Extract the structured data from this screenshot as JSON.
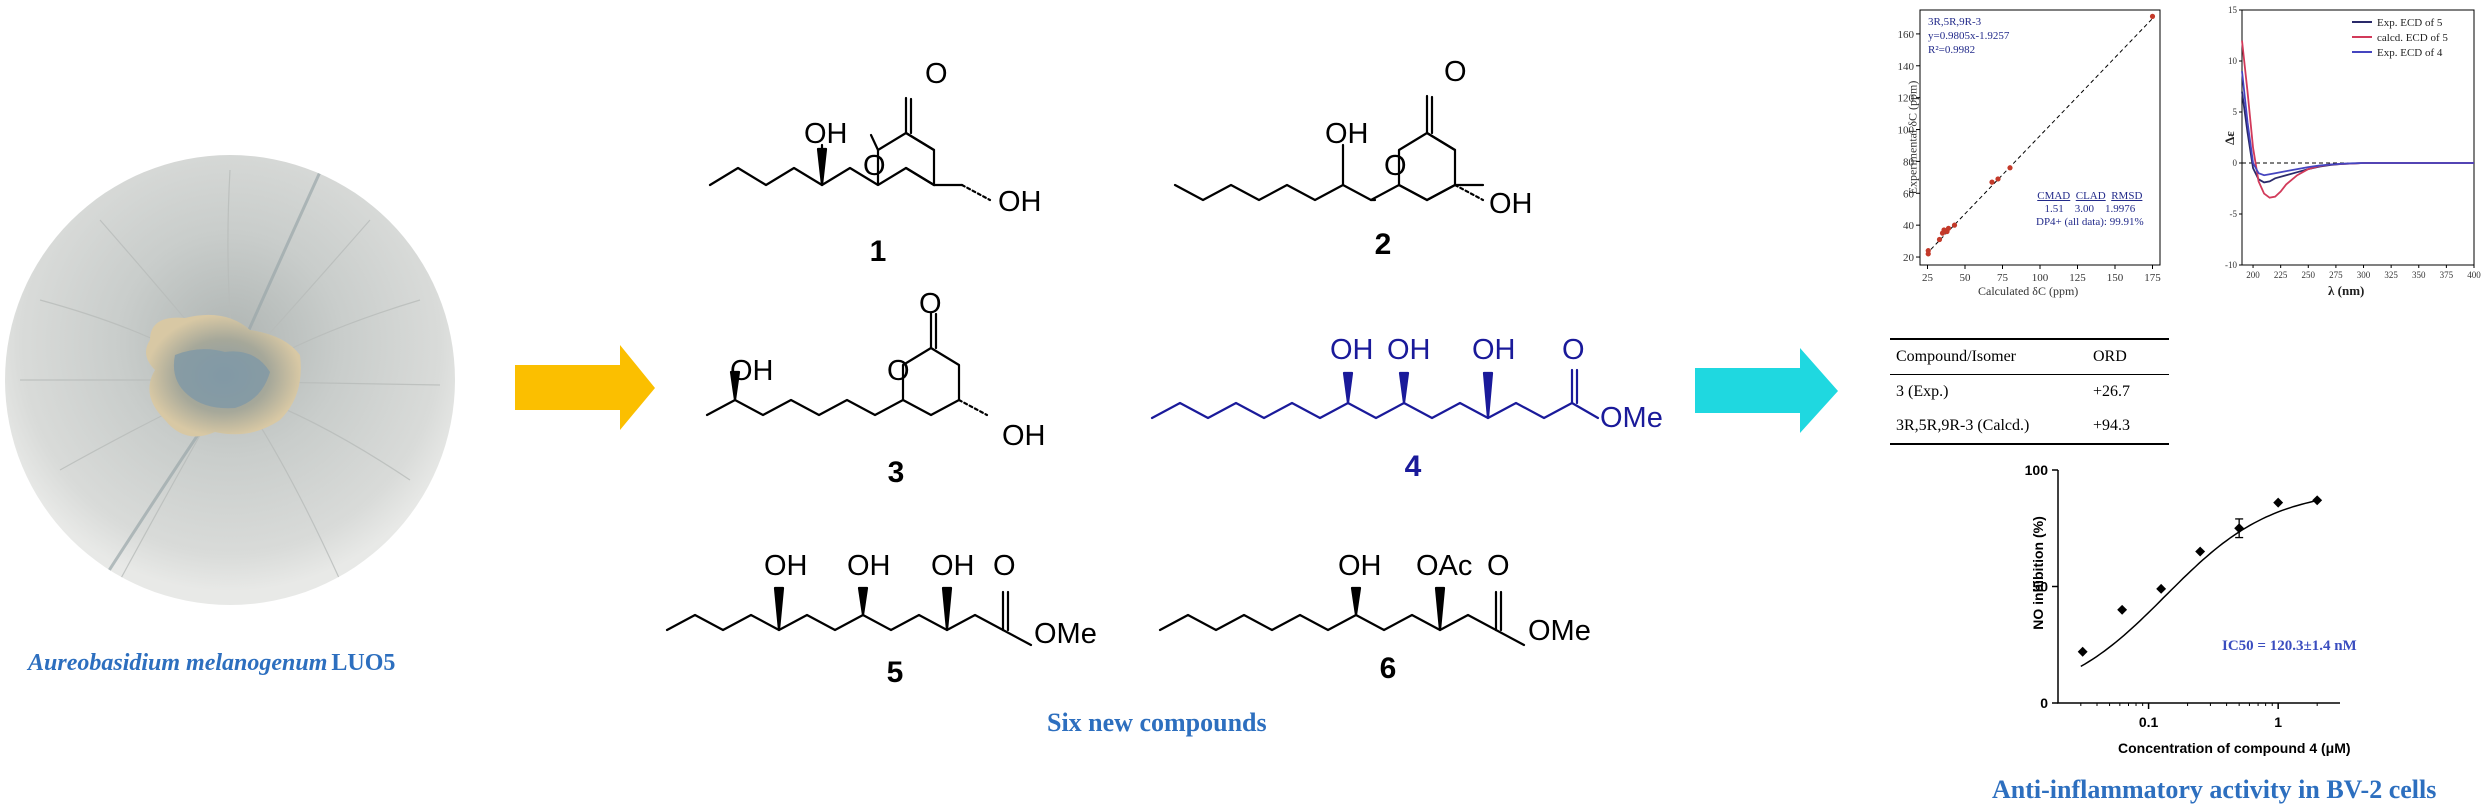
{
  "organism": {
    "species": "Aureobasidium melanogenum",
    "strain": "LUO5"
  },
  "compounds_title": "Six new compounds",
  "activity_title": "Anti-inflammatory activity in BV-2 cells",
  "compounds": [
    {
      "number": "1"
    },
    {
      "number": "2"
    },
    {
      "number": "3"
    },
    {
      "number": "4"
    },
    {
      "number": "5"
    },
    {
      "number": "6"
    }
  ],
  "chem_labels": {
    "oh": "OH",
    "o": "O",
    "ome": "OMe",
    "oac": "OAc"
  },
  "colors": {
    "caption_blue": "#2d6fbf",
    "compound4_blue": "#1a1a9a",
    "arrow_orange": "#fbbf00",
    "arrow_cyan": "#1fd8e0"
  },
  "ord_table": {
    "headers": [
      "Compound/Isomer",
      "ORD"
    ],
    "rows": [
      {
        "compound": "3 (Exp.)",
        "value": "+26.7"
      },
      {
        "compound": "3R,5R,9R-3 (Calcd.)",
        "value": "+94.3"
      }
    ]
  },
  "chart_data": [
    {
      "type": "scatter",
      "xlabel": "Calculated δC (ppm)",
      "ylabel": "Experimental δC (ppm)",
      "xlim": [
        20,
        180
      ],
      "ylim": [
        15,
        175
      ],
      "xticks": [
        "25",
        "50",
        "75",
        "100",
        "125",
        "150",
        "175"
      ],
      "yticks": [
        "20",
        "40",
        "60",
        "80",
        "100",
        "120",
        "140",
        "160"
      ],
      "annotation": [
        "3R,5R,9R-3",
        "y=0.9805x-1.9257",
        "R²=0.9982"
      ],
      "stats_table": {
        "headers": [
          "CMAD",
          "CLAD",
          "RMSD"
        ],
        "values": [
          "1.51",
          "3.00",
          "1.9976"
        ],
        "dp4": "DP4+ (all data): 99.91%"
      },
      "points": [
        [
          25.5,
          22
        ],
        [
          25.5,
          24
        ],
        [
          33,
          31
        ],
        [
          35,
          35
        ],
        [
          36,
          37
        ],
        [
          38,
          36
        ],
        [
          39,
          38
        ],
        [
          43,
          40
        ],
        [
          68,
          67
        ],
        [
          72,
          69
        ],
        [
          80,
          76
        ],
        [
          175,
          171
        ]
      ],
      "fit": {
        "slope": 0.9805,
        "intercept": -1.9257
      }
    },
    {
      "type": "line",
      "xlabel": "λ (nm)",
      "ylabel": "Δε",
      "xlim": [
        190,
        400
      ],
      "ylim": [
        -10,
        15
      ],
      "xticks": [
        "200",
        "225",
        "250",
        "275",
        "300",
        "325",
        "350",
        "375",
        "400"
      ],
      "yticks": [
        "15",
        "10",
        "5",
        "0",
        "-5",
        "-10"
      ],
      "legend": "top-right",
      "series": [
        {
          "name": "Exp. ECD of 5",
          "color": "#2a2a6a",
          "x": [
            190,
            195,
            200,
            205,
            210,
            215,
            220,
            230,
            240,
            250,
            260,
            270,
            280,
            290,
            300,
            320,
            350,
            400
          ],
          "y": [
            7,
            3,
            -0.5,
            -1.6,
            -1.9,
            -1.8,
            -1.5,
            -1.2,
            -0.9,
            -0.6,
            -0.35,
            -0.2,
            -0.1,
            -0.05,
            0,
            0,
            0,
            0
          ]
        },
        {
          "name": "calcd. ECD of 5",
          "color": "#d23a5a",
          "x": [
            190,
            195,
            200,
            205,
            210,
            215,
            220,
            225,
            230,
            240,
            250,
            260,
            270,
            280,
            290,
            300,
            320,
            350,
            400
          ],
          "y": [
            12,
            7,
            1.5,
            -1.8,
            -3.0,
            -3.4,
            -3.3,
            -2.8,
            -2.1,
            -1.2,
            -0.6,
            -0.3,
            -0.15,
            -0.1,
            -0.05,
            0,
            0,
            0,
            0
          ]
        },
        {
          "name": "Exp. ECD of 4",
          "color": "#4545c0",
          "x": [
            190,
            195,
            200,
            205,
            210,
            215,
            220,
            230,
            240,
            250,
            260,
            270,
            280,
            290,
            300,
            320,
            350,
            400
          ],
          "y": [
            9,
            4,
            0,
            -1.0,
            -1.2,
            -1.1,
            -1.0,
            -0.8,
            -0.6,
            -0.4,
            -0.25,
            -0.15,
            -0.08,
            -0.03,
            0,
            0,
            0,
            0
          ]
        }
      ]
    },
    {
      "type": "scatter",
      "xlabel": "Concentration of compound 4 (μM)",
      "ylabel": "NO inhibition (%)",
      "xscale": "log",
      "xlim": [
        0.02,
        3
      ],
      "ylim": [
        0,
        100
      ],
      "xticks": [
        "0.1",
        "1"
      ],
      "yticks": [
        "0",
        "50",
        "100"
      ],
      "annotation": "IC50 = 120.3±1.4 nM",
      "points": [
        [
          0.031,
          22
        ],
        [
          0.0625,
          40
        ],
        [
          0.125,
          49
        ],
        [
          0.25,
          65
        ],
        [
          0.5,
          75
        ],
        [
          1,
          86
        ],
        [
          2,
          87
        ]
      ],
      "error_bars": [
        null,
        null,
        null,
        null,
        4,
        null,
        null
      ]
    }
  ]
}
